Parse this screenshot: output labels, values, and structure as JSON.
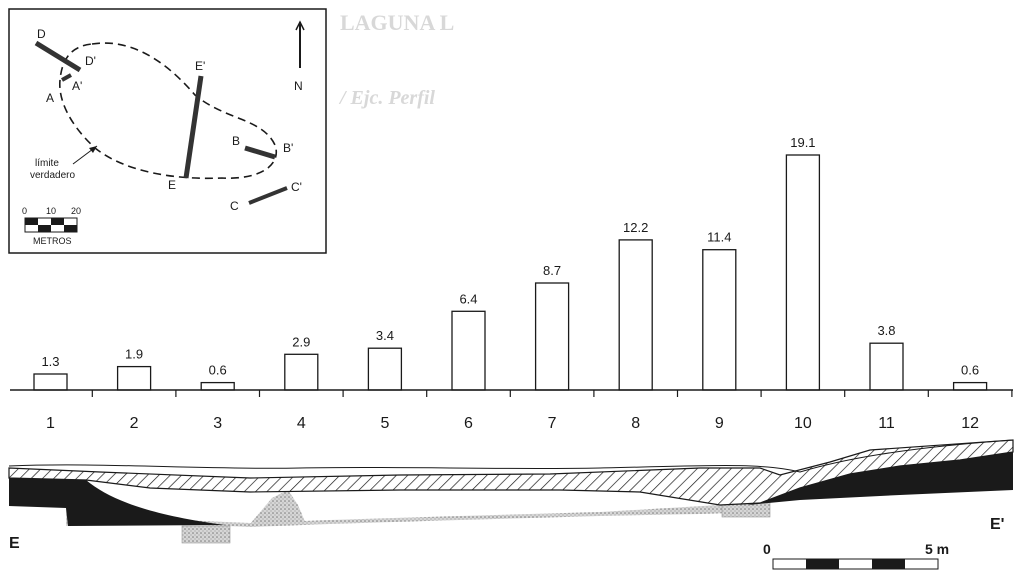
{
  "inset_map": {
    "transect_labels": [
      "D",
      "D'",
      "A'",
      "A",
      "E'",
      "E",
      "B",
      "B'",
      "C",
      "C'"
    ],
    "north_label": "N",
    "boundary_label_line1": "límite",
    "boundary_label_line2": "verdadero",
    "scale_ticks": [
      "0",
      "10",
      "20"
    ],
    "scale_unit": "METROS"
  },
  "faint_header": {
    "line1": "LAGUNA L",
    "line2": "/ Ejc. Perfil"
  },
  "chart_data": {
    "type": "bar",
    "categories": [
      "1",
      "2",
      "3",
      "4",
      "5",
      "6",
      "7",
      "8",
      "9",
      "10",
      "11",
      "12"
    ],
    "values": [
      1.3,
      1.9,
      0.6,
      2.9,
      3.4,
      6.4,
      8.7,
      12.2,
      11.4,
      19.1,
      3.8,
      0.6
    ],
    "value_labels": [
      "1.3",
      "1.9",
      "0.6",
      "2.9",
      "3.4",
      "6.4",
      "8.7",
      "12.2",
      "11.4",
      "19.1",
      "3.8",
      "0.6"
    ],
    "ylim": [
      0,
      19.1
    ],
    "grid": false,
    "legend": "none"
  },
  "profile": {
    "left_end_label": "E",
    "right_end_label": "E'",
    "scale_start": "0",
    "scale_end": "5 m"
  },
  "colors": {
    "ink": "#1a1a1a",
    "bar_fill": "#ffffff",
    "stipple": "#a8a8a8",
    "faint": "#d8d8d8"
  }
}
